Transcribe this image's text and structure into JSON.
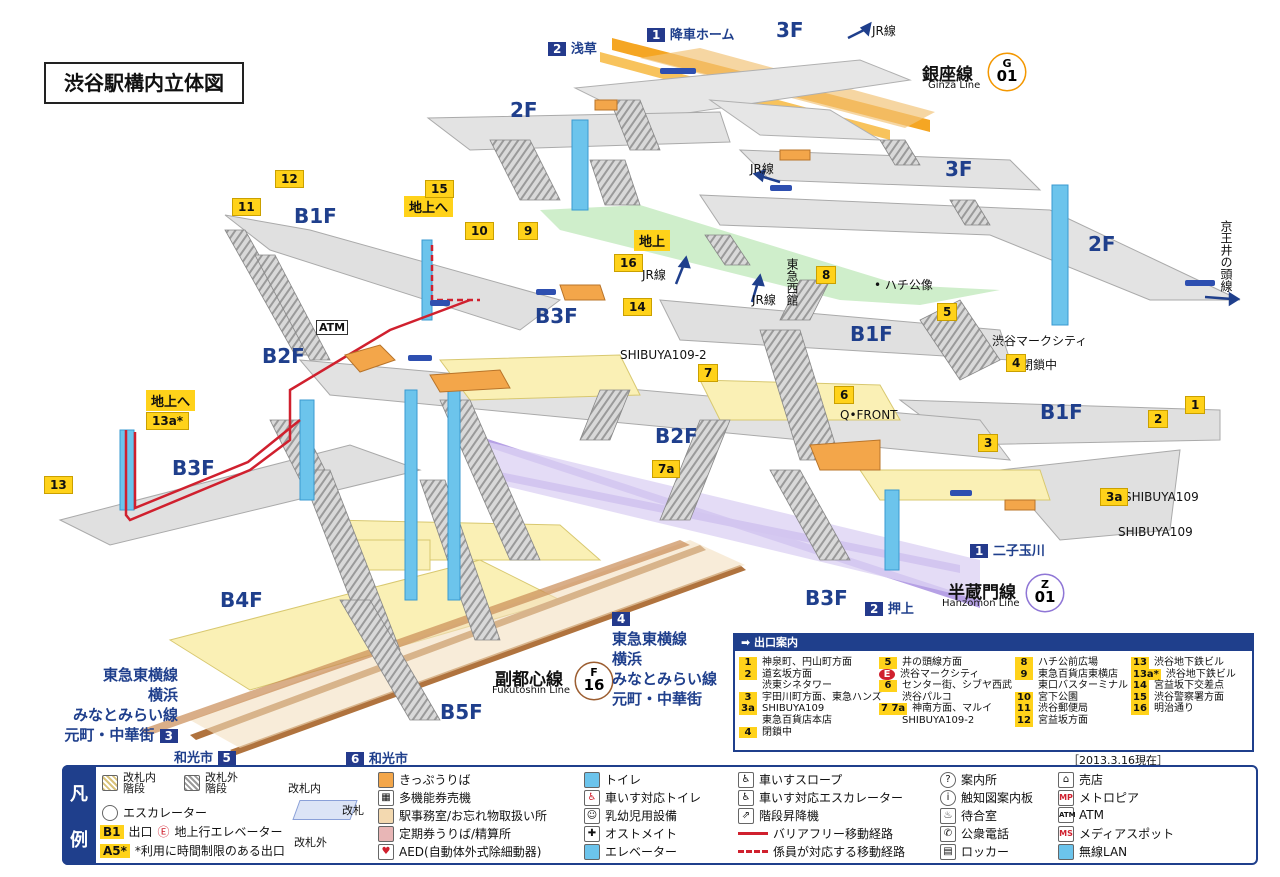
{
  "title": "渋谷駅構内立体図",
  "date_note": "［2013.3.16現在］",
  "floors": {
    "3F_top": "3F",
    "2F_left": "2F",
    "3F_right": "3F",
    "2F_right": "2F",
    "B1F_left": "B1F",
    "B1F_right": "B1F",
    "B2F_left": "B2F",
    "B2F_mid": "B2F",
    "B3F_left": "B3F",
    "B3F_mid": "B3F",
    "B3F_right": "B3F",
    "B4F": "B4F",
    "B5F": "B5F"
  },
  "ginza": {
    "name": "銀座線",
    "sub": "Ginza Line",
    "letter": "G",
    "num": "01",
    "color": "#f39700"
  },
  "hanzomon": {
    "name": "半蔵門線",
    "sub": "Hanzomon Line",
    "letter": "Z",
    "num": "01",
    "color": "#8f76d6"
  },
  "fukutoshin": {
    "name": "副都心線",
    "sub": "Fukutoshin Line",
    "letter": "F",
    "num": "16",
    "color": "#9c5e31"
  },
  "platform_labels": {
    "p1_num": "1",
    "p1_text": "降車ホーム",
    "p2_num": "2",
    "p2_text": "浅草",
    "hz1_num": "1",
    "hz1_text": "二子玉川",
    "hz2_num": "2",
    "hz2_text": "押上",
    "fk3_num": "3",
    "fk4_num": "4",
    "fk5_num": "5",
    "fk5_text": "和光市",
    "fk6_num": "6",
    "fk6_text": "和光市"
  },
  "directions": {
    "jr_top": "JR線",
    "jr_mid": "JR線",
    "jr_lower": "JR線",
    "jr_b": "JR線",
    "keio": "京王井の頭線",
    "tokyu_west": "東急西館",
    "hachiko": "• ハチ公像",
    "mark_city": "渋谷マークシティ",
    "shibuya1092": "SHIBUYA109-2",
    "qfront": "Q•FRONT",
    "shibuya109_a": "SHIBUYA109",
    "shibuya109_b": "SHIBUYA109",
    "chijo": "地上",
    "chijo_he_1": "地上へ",
    "chijo_he_2": "地上へ",
    "heisa": "閉鎖中",
    "atm": "ATM",
    "tokyu_left": [
      "東急東横線",
      "横浜",
      "みなとみらい線",
      "元町・中華街"
    ],
    "tokyu_mid": [
      "東急東横線",
      "横浜",
      "みなとみらい線",
      "元町・中華街"
    ]
  },
  "exits": {
    "e1": "1",
    "e2": "2",
    "e3": "3",
    "e3a": "3a",
    "e4": "4",
    "e5": "5",
    "e6": "6",
    "e7": "7",
    "e7a": "7a",
    "e8": "8",
    "e9": "9",
    "e10": "10",
    "e11": "11",
    "e12": "12",
    "e13": "13",
    "e13a": "13a*",
    "e14": "14",
    "e15": "15",
    "e16": "16"
  },
  "guide": {
    "header": "出口案内",
    "col1": [
      {
        "n": "1",
        "t": "神泉町、円山町方面"
      },
      {
        "n": "2",
        "t": "道玄坂方面"
      },
      {
        "n": "",
        "t": "渋東シネタワー"
      },
      {
        "n": "3",
        "t": "宇田川町方面、東急ハンズ"
      },
      {
        "n": "3a",
        "t": "SHIBUYA109"
      },
      {
        "n": "",
        "t": "東急百貨店本店"
      },
      {
        "n": "4",
        "t": "閉鎖中"
      }
    ],
    "col2": [
      {
        "n": "5",
        "t": "井の頭線方面"
      },
      {
        "n": "E",
        "t": "渋谷マークシティ"
      },
      {
        "n": "6",
        "t": "センター街、シブヤ西武"
      },
      {
        "n": "",
        "t": "渋谷パルコ"
      },
      {
        "n": "7 7a",
        "t": "神南方面、マルイ"
      },
      {
        "n": "",
        "t": "SHIBUYA109-2"
      }
    ],
    "col3": [
      {
        "n": "8",
        "t": "ハチ公前広場"
      },
      {
        "n": "9",
        "t": "東急百貨店東横店"
      },
      {
        "n": "",
        "t": "東口バスターミナル"
      },
      {
        "n": "10",
        "t": "宮下公園"
      },
      {
        "n": "11",
        "t": "渋谷郵便局"
      },
      {
        "n": "12",
        "t": "宮益坂方面"
      }
    ],
    "col4": [
      {
        "n": "13",
        "t": "渋谷地下鉄ビル"
      },
      {
        "n": "13a*",
        "t": "渋谷地下鉄ビル"
      },
      {
        "n": "14",
        "t": "宮益坂下交差点"
      },
      {
        "n": "15",
        "t": "渋谷警察署方面"
      },
      {
        "n": "16",
        "t": "明治通り"
      }
    ]
  },
  "legend": {
    "head": [
      "凡",
      "例"
    ],
    "stairs_in": "改札内\n階段",
    "stairs_out": "改札外\n階段",
    "escalator": "エスカレーター",
    "exit_lbl": "B1",
    "exit_txt": "出口",
    "elev_txt": "地上行エレベーター",
    "a5": "A5*",
    "a5_txt": "*利用に時間制限のある出口",
    "gate_in": "改札内",
    "gate": "改札",
    "gate_out": "改札外",
    "c2": [
      "きっぷうりば",
      "多機能券売機",
      "駅事務室/お忘れ物取扱い所",
      "定期券うりば/精算所",
      "AED(自動体外式除細動器)"
    ],
    "c3": [
      "トイレ",
      "車いす対応トイレ",
      "乳幼児用設備",
      "オストメイト",
      "エレベーター"
    ],
    "c4": [
      "車いすスロープ",
      "車いす対応エスカレーター",
      "階段昇降機",
      "バリアフリー移動経路",
      "係員が対応する移動経路"
    ],
    "c5": [
      "案内所",
      "触知図案内板",
      "待合室",
      "公衆電話",
      "ロッカー"
    ],
    "c6": [
      "売店",
      "メトロピア",
      "ATM",
      "メディアスポット",
      "無線LAN"
    ]
  }
}
